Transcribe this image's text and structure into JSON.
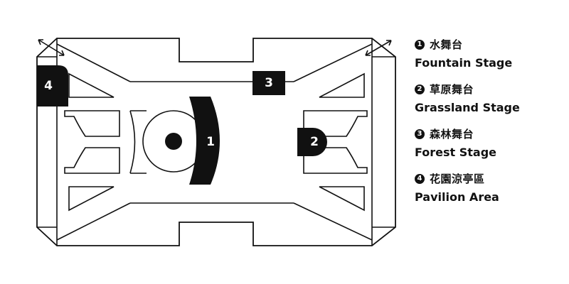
{
  "map": {
    "markers": [
      {
        "id": "1",
        "label": "1"
      },
      {
        "id": "2",
        "label": "2"
      },
      {
        "id": "3",
        "label": "3"
      },
      {
        "id": "4",
        "label": "4"
      }
    ]
  },
  "legend": {
    "items": [
      {
        "num": "1",
        "zh": "水舞台",
        "en": "Fountain Stage"
      },
      {
        "num": "2",
        "zh": "草原舞台",
        "en": "Grassland Stage"
      },
      {
        "num": "3",
        "zh": "森林舞台",
        "en": "Forest Stage"
      },
      {
        "num": "4",
        "zh": "花園涼亭區",
        "en": "Pavilion Area"
      }
    ]
  },
  "colors": {
    "ink": "#111111",
    "background": "#ffffff"
  }
}
